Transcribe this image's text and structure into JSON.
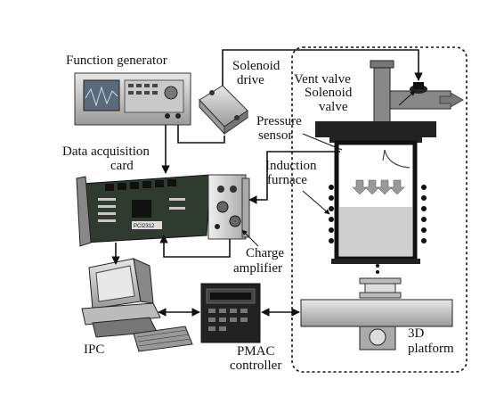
{
  "labels": {
    "function_generator": "Function generator",
    "solenoid_drive_1": "Solenoid",
    "solenoid_drive_2": "drive",
    "vent_valve": "Vent valve",
    "solenoid_valve_1": "Solenoid",
    "solenoid_valve_2": "valve",
    "pressure_sensor_1": "Pressure",
    "pressure_sensor_2": "sensor",
    "data_acq_1": "Data acquisition",
    "data_acq_2": "card",
    "induction_1": "Induction",
    "induction_2": "furnace",
    "charge_amp_1": "Charge",
    "charge_amp_2": "amplifier",
    "ipc": "IPC",
    "pmac_1": "PMAC",
    "pmac_2": "controller",
    "platform_1": "3D",
    "platform_2": "platform",
    "card_model": "PCI2312"
  }
}
